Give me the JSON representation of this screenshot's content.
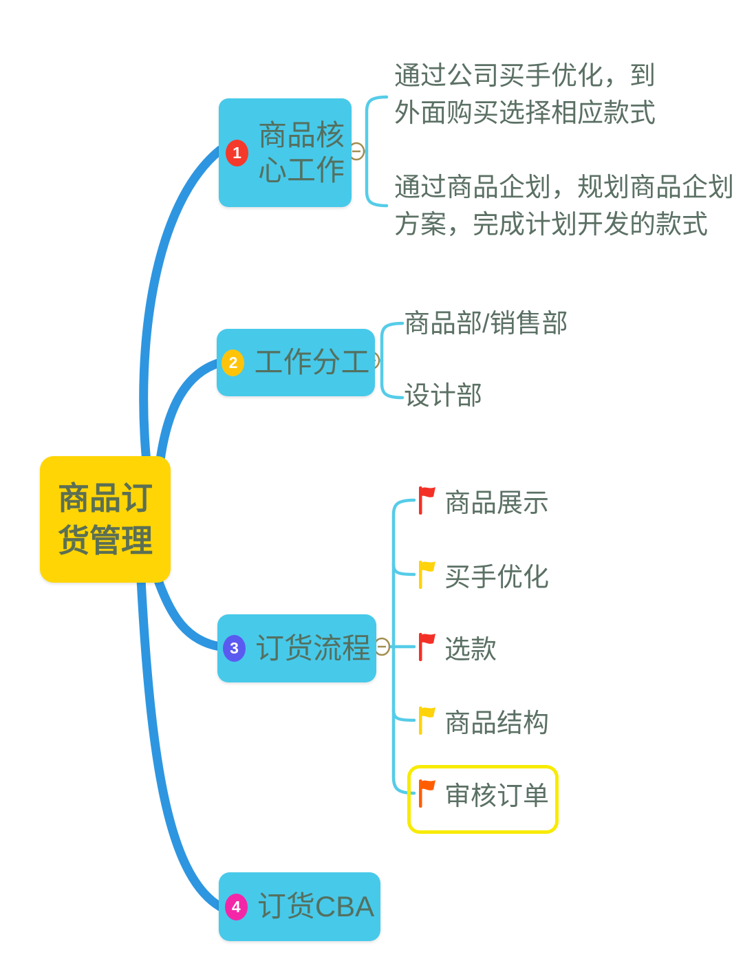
{
  "root": {
    "lines": [
      "商品订",
      "货管理"
    ]
  },
  "branches": [
    {
      "badge": "1",
      "title_lines": [
        "商品核",
        "心工作"
      ],
      "notes": [
        {
          "lines": [
            "通过公司买手优化，到",
            "外面购买选择相应款式"
          ]
        },
        {
          "lines": [
            "通过商品企划，规划商品企划",
            "方案，完成计划开发的款式"
          ]
        }
      ]
    },
    {
      "badge": "2",
      "title": "工作分工",
      "children": [
        {
          "label": "商品部/销售部"
        },
        {
          "label": "设计部"
        }
      ]
    },
    {
      "badge": "3",
      "title": "订货流程",
      "children": [
        {
          "label": "商品展示",
          "flag": "red"
        },
        {
          "label": "买手优化",
          "flag": "yellow"
        },
        {
          "label": "选款",
          "flag": "red"
        },
        {
          "label": "商品结构",
          "flag": "yellow"
        },
        {
          "label": "审核订单",
          "flag": "orange",
          "highlighted": true
        }
      ]
    },
    {
      "badge": "4",
      "title": "订货CBA"
    }
  ],
  "icons": {
    "collapse": "minus-circle",
    "child_marker": "flag"
  },
  "colors": {
    "node_fill": "#47C9EA",
    "root_fill": "#FFD505",
    "branch_line": "#2E96E0",
    "child_line": "#55CCE8",
    "text": "#5B7064",
    "collapse_stroke": "#A38E52",
    "badge_1": "#F5392B",
    "badge_2": "#FFC40A",
    "badge_3": "#5A5AF0",
    "badge_4": "#F326A8",
    "flag_red": "#F43026",
    "flag_yellow": "#FFD30A",
    "flag_orange": "#FF5E00",
    "highlight_border": "#F7EB00"
  }
}
